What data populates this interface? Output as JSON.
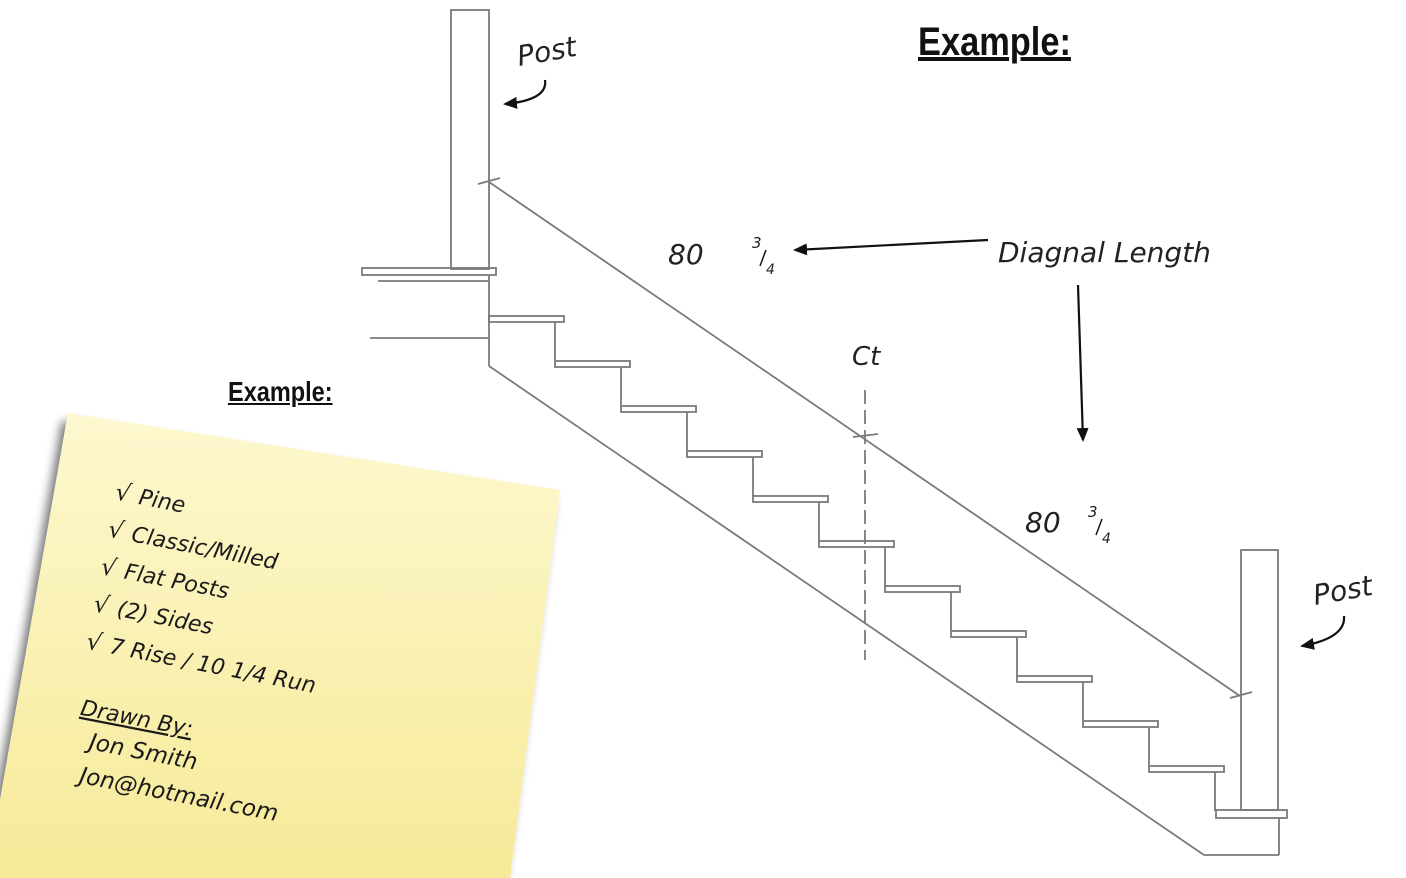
{
  "headings": {
    "main": "Example:",
    "note": "Example:"
  },
  "labels": {
    "post_top": "Post",
    "post_bottom": "Post",
    "diagonal_length": "Diagnal Length",
    "center": "Ct",
    "measure_upper": {
      "whole": "80",
      "numerator": "3",
      "denominator": "4"
    },
    "measure_lower": {
      "whole": "80",
      "numerator": "3",
      "denominator": "4"
    }
  },
  "sticky_note": {
    "items": [
      "Pine",
      "Classic/Milled",
      "Flat Posts",
      "(2) Sides",
      "7  Rise / 10 1/4  Run"
    ],
    "check_mark": "√",
    "drawn_by_label": "Drawn By:",
    "author_name": "Jon Smith",
    "author_email": "Jon@hotmail.com"
  },
  "colors": {
    "line": "#7a7a7a",
    "ink": "#111111",
    "note_fill": "#fbf3b0",
    "note_fill_light": "#fdf8cf"
  },
  "diagram": {
    "step_count": 11
  }
}
